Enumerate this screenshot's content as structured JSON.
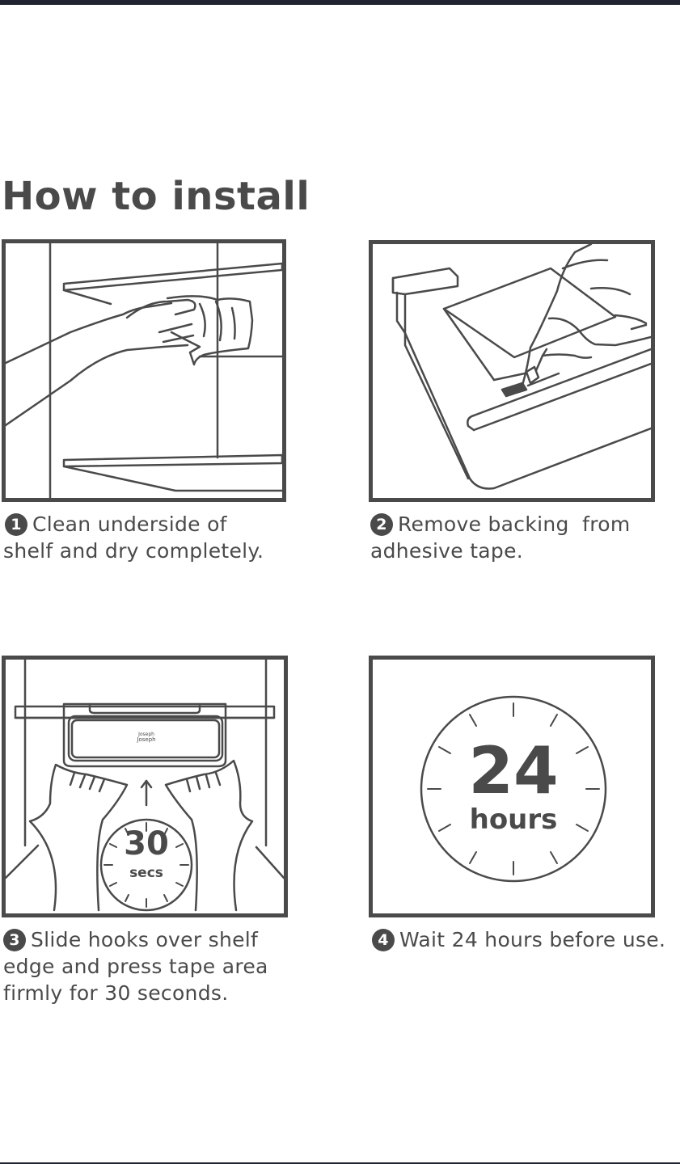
{
  "title": "How to install",
  "steps": [
    {
      "number": "1",
      "line1": "Clean underside of",
      "line2": "shelf and dry completely.",
      "line3": ""
    },
    {
      "number": "2",
      "line1": "Remove backing  from",
      "line2": "adhesive tape.",
      "line3": ""
    },
    {
      "number": "3",
      "line1": "Slide hooks over shelf",
      "line2": "edge and press tape area",
      "line3": "firmly for 30 seconds."
    },
    {
      "number": "4",
      "line1": "Wait 24 hours before use.",
      "line2": "",
      "line3": ""
    }
  ],
  "timer_small": {
    "value": "30",
    "unit": "secs"
  },
  "timer_large": {
    "value": "24",
    "unit": "hours"
  },
  "brand_text": "Joseph Joseph",
  "icons": [
    "cloth-wiping-hand-illustration",
    "peeling-tape-illustration",
    "hands-pressing-illustration",
    "clock-icon"
  ],
  "colors": {
    "ink": "#4a4a4a",
    "bar": "#1f2430",
    "background": "#ffffff"
  }
}
